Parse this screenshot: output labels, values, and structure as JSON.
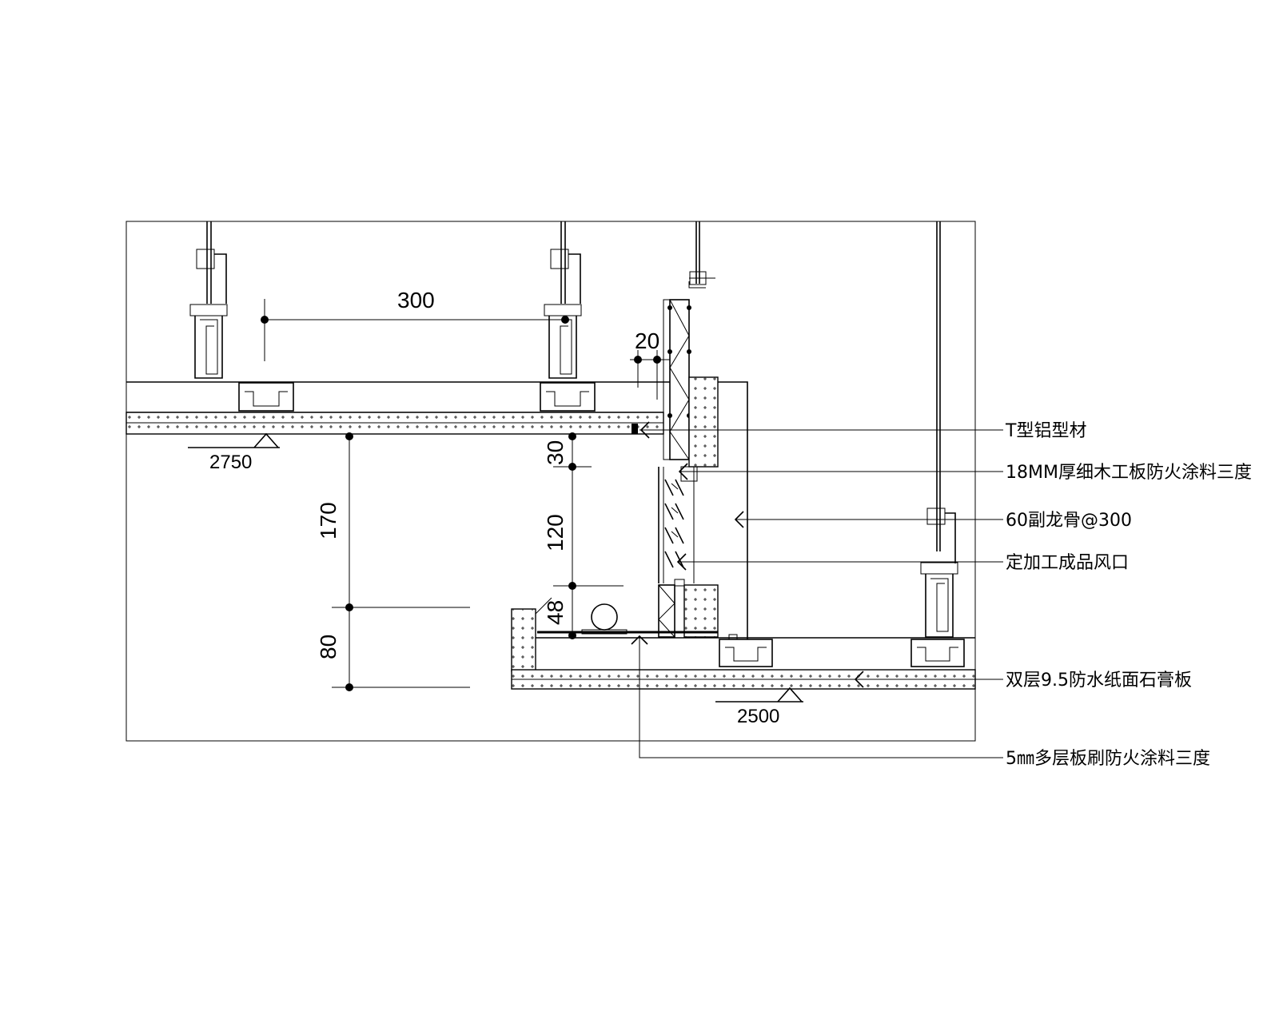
{
  "dimensions": {
    "d300": "300",
    "d20": "20",
    "d30": "30",
    "d120": "120",
    "d170": "170",
    "d80": "80",
    "d48": "48"
  },
  "elevations": {
    "upper": "2750",
    "lower": "2500"
  },
  "labels": {
    "t_profile": "T型铝型材",
    "blockboard": "18MM厚细木工板防火涂料三度",
    "secondary_keel": "60副龙骨@300",
    "vent": "定加工成品风口",
    "gypsum": "双层9.5防水纸面石膏板",
    "plywood": "5㎜多层板刷防火涂料三度"
  }
}
